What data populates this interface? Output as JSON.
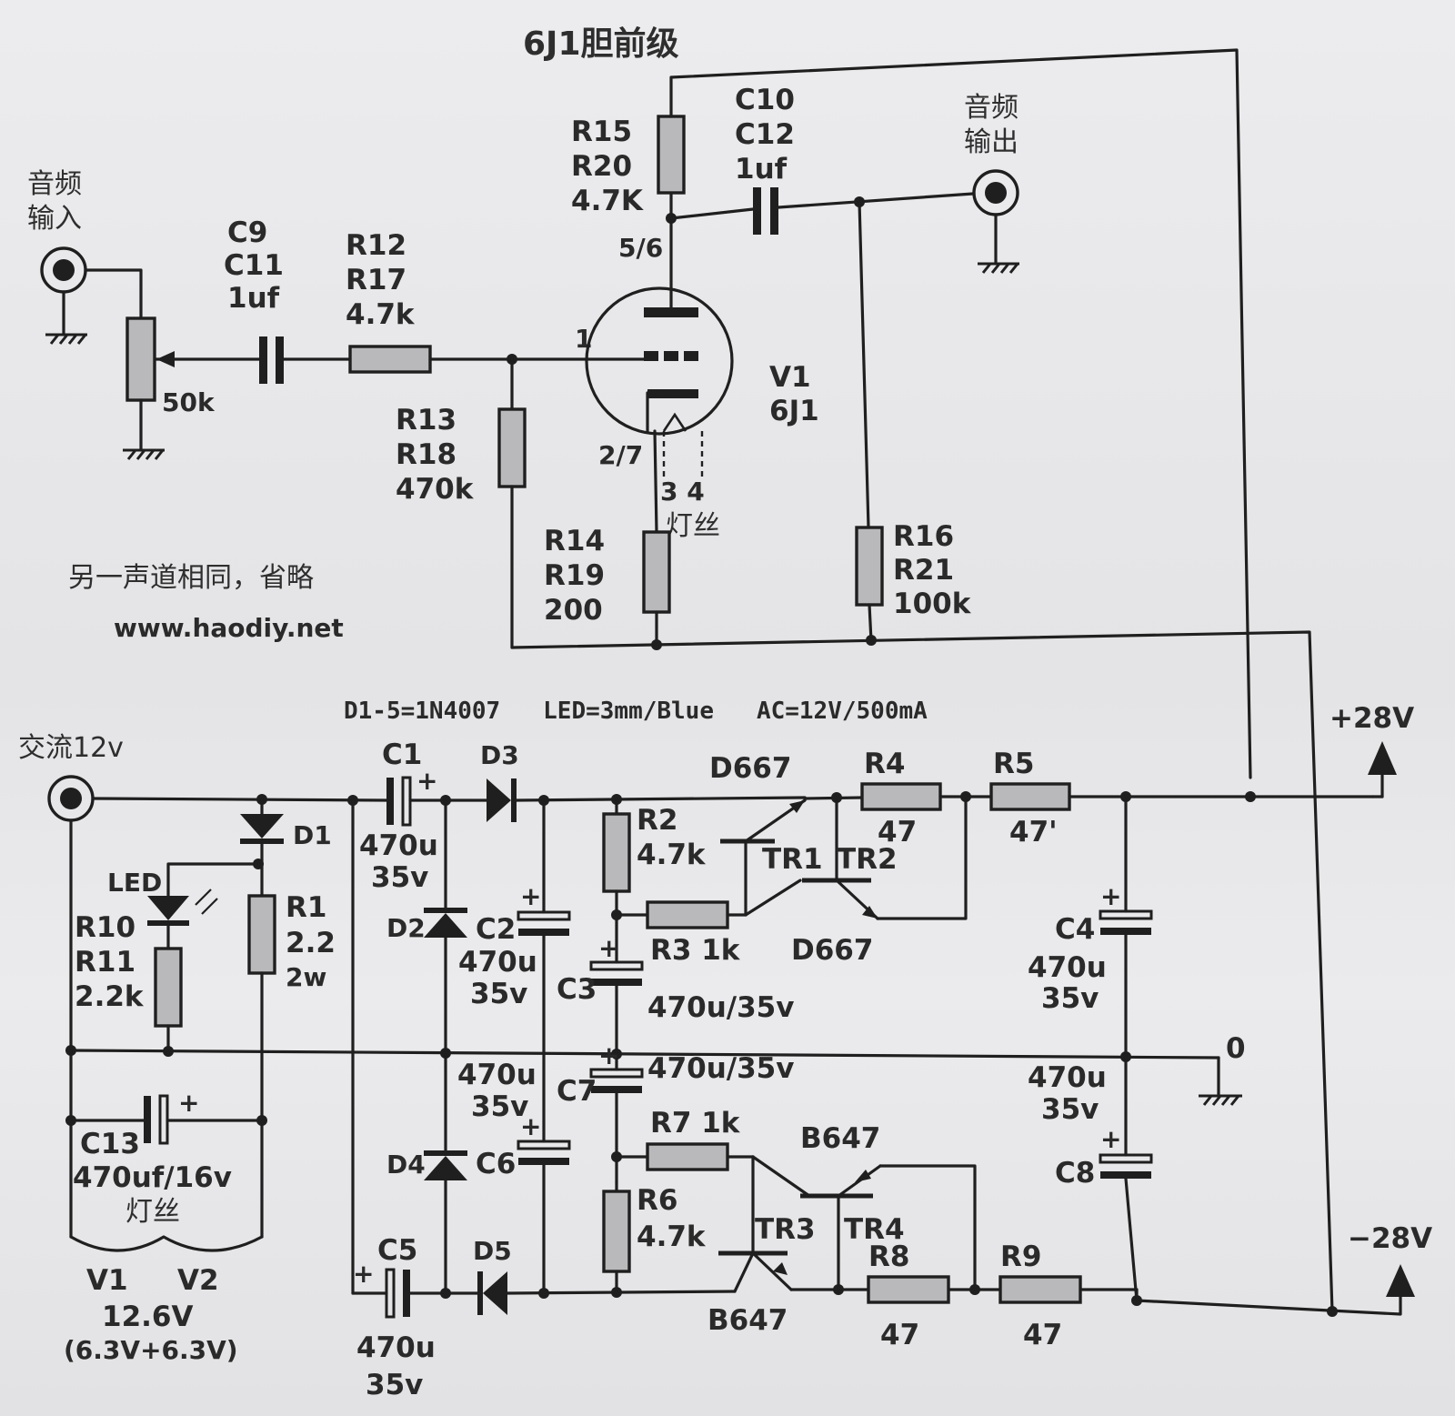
{
  "title": "6J1胆前级",
  "notes": {
    "other_channel": "另一声道相同，省略",
    "website": "www.haodiy.net",
    "spec": "D1-5=1N4007   LED=3mm/Blue   AC=12V/500mA"
  },
  "preamp": {
    "input_label": [
      "音频",
      "输入"
    ],
    "output_label": [
      "音频",
      "输出"
    ],
    "pot_value": "50k",
    "c_in": [
      "C9",
      "C11",
      "1uf"
    ],
    "r_in": [
      "R12",
      "R17",
      "4.7k"
    ],
    "r_grid": [
      "R13",
      "R18",
      "470k"
    ],
    "r_plate": [
      "R15",
      "R20",
      "4.7K"
    ],
    "c_out": [
      "C10",
      "C12",
      "1uf"
    ],
    "r_cathode": [
      "R14",
      "R19",
      "200"
    ],
    "r_out": [
      "R16",
      "R21",
      "100k"
    ],
    "tube": [
      "V1",
      "6J1"
    ],
    "pin_plate": "5/6",
    "pin_grid": "1",
    "pin_cathode": "2/7",
    "pin_heater": "3 4",
    "heater_label": "灯丝"
  },
  "psu": {
    "ac_input": "交流12v",
    "d1": "D1",
    "led": "LED",
    "r10": [
      "R10",
      "R11",
      "2.2k"
    ],
    "r1": [
      "R1",
      "2.2",
      "2w"
    ],
    "c13": [
      "C13",
      "470uf/16v"
    ],
    "heater_label": "灯丝",
    "heater_tubes": [
      "V1",
      "V2"
    ],
    "heater_voltage": "12.6V",
    "heater_sum": "(6.3V+6.3V)",
    "c1": [
      "C1",
      "470u",
      "35v"
    ],
    "d3": "D3",
    "d2": "D2",
    "c2": [
      "C2",
      "470u",
      "35v"
    ],
    "d4": "D4",
    "c6": [
      "C6",
      "470u",
      "35v"
    ],
    "c5": [
      "C5",
      "470u",
      "35v"
    ],
    "d5": "D5",
    "r2": [
      "R2",
      "4.7k"
    ],
    "r3": "R3 1k",
    "c3": [
      "C3",
      "470u/35v"
    ],
    "c7": [
      "C7",
      "470u/35v"
    ],
    "r7": "R7 1k",
    "r6": [
      "R6",
      "4.7k"
    ],
    "d667_top": "D667",
    "d667_bot": "D667",
    "tr1": "TR1",
    "tr2": "TR2",
    "b647_top": "B647",
    "b647_bot": "B647",
    "tr3": "TR3",
    "tr4": "TR4",
    "r4": [
      "R4",
      "47"
    ],
    "r5": [
      "R5",
      "47'"
    ],
    "r8": [
      "R8",
      "47"
    ],
    "r9": [
      "R9",
      "47"
    ],
    "c4": [
      "C4",
      "470u",
      "35v"
    ],
    "c8": [
      "C8",
      "470u",
      "35v"
    ],
    "pos_rail": "+28V",
    "neg_rail": "−28V",
    "zero": "0"
  }
}
